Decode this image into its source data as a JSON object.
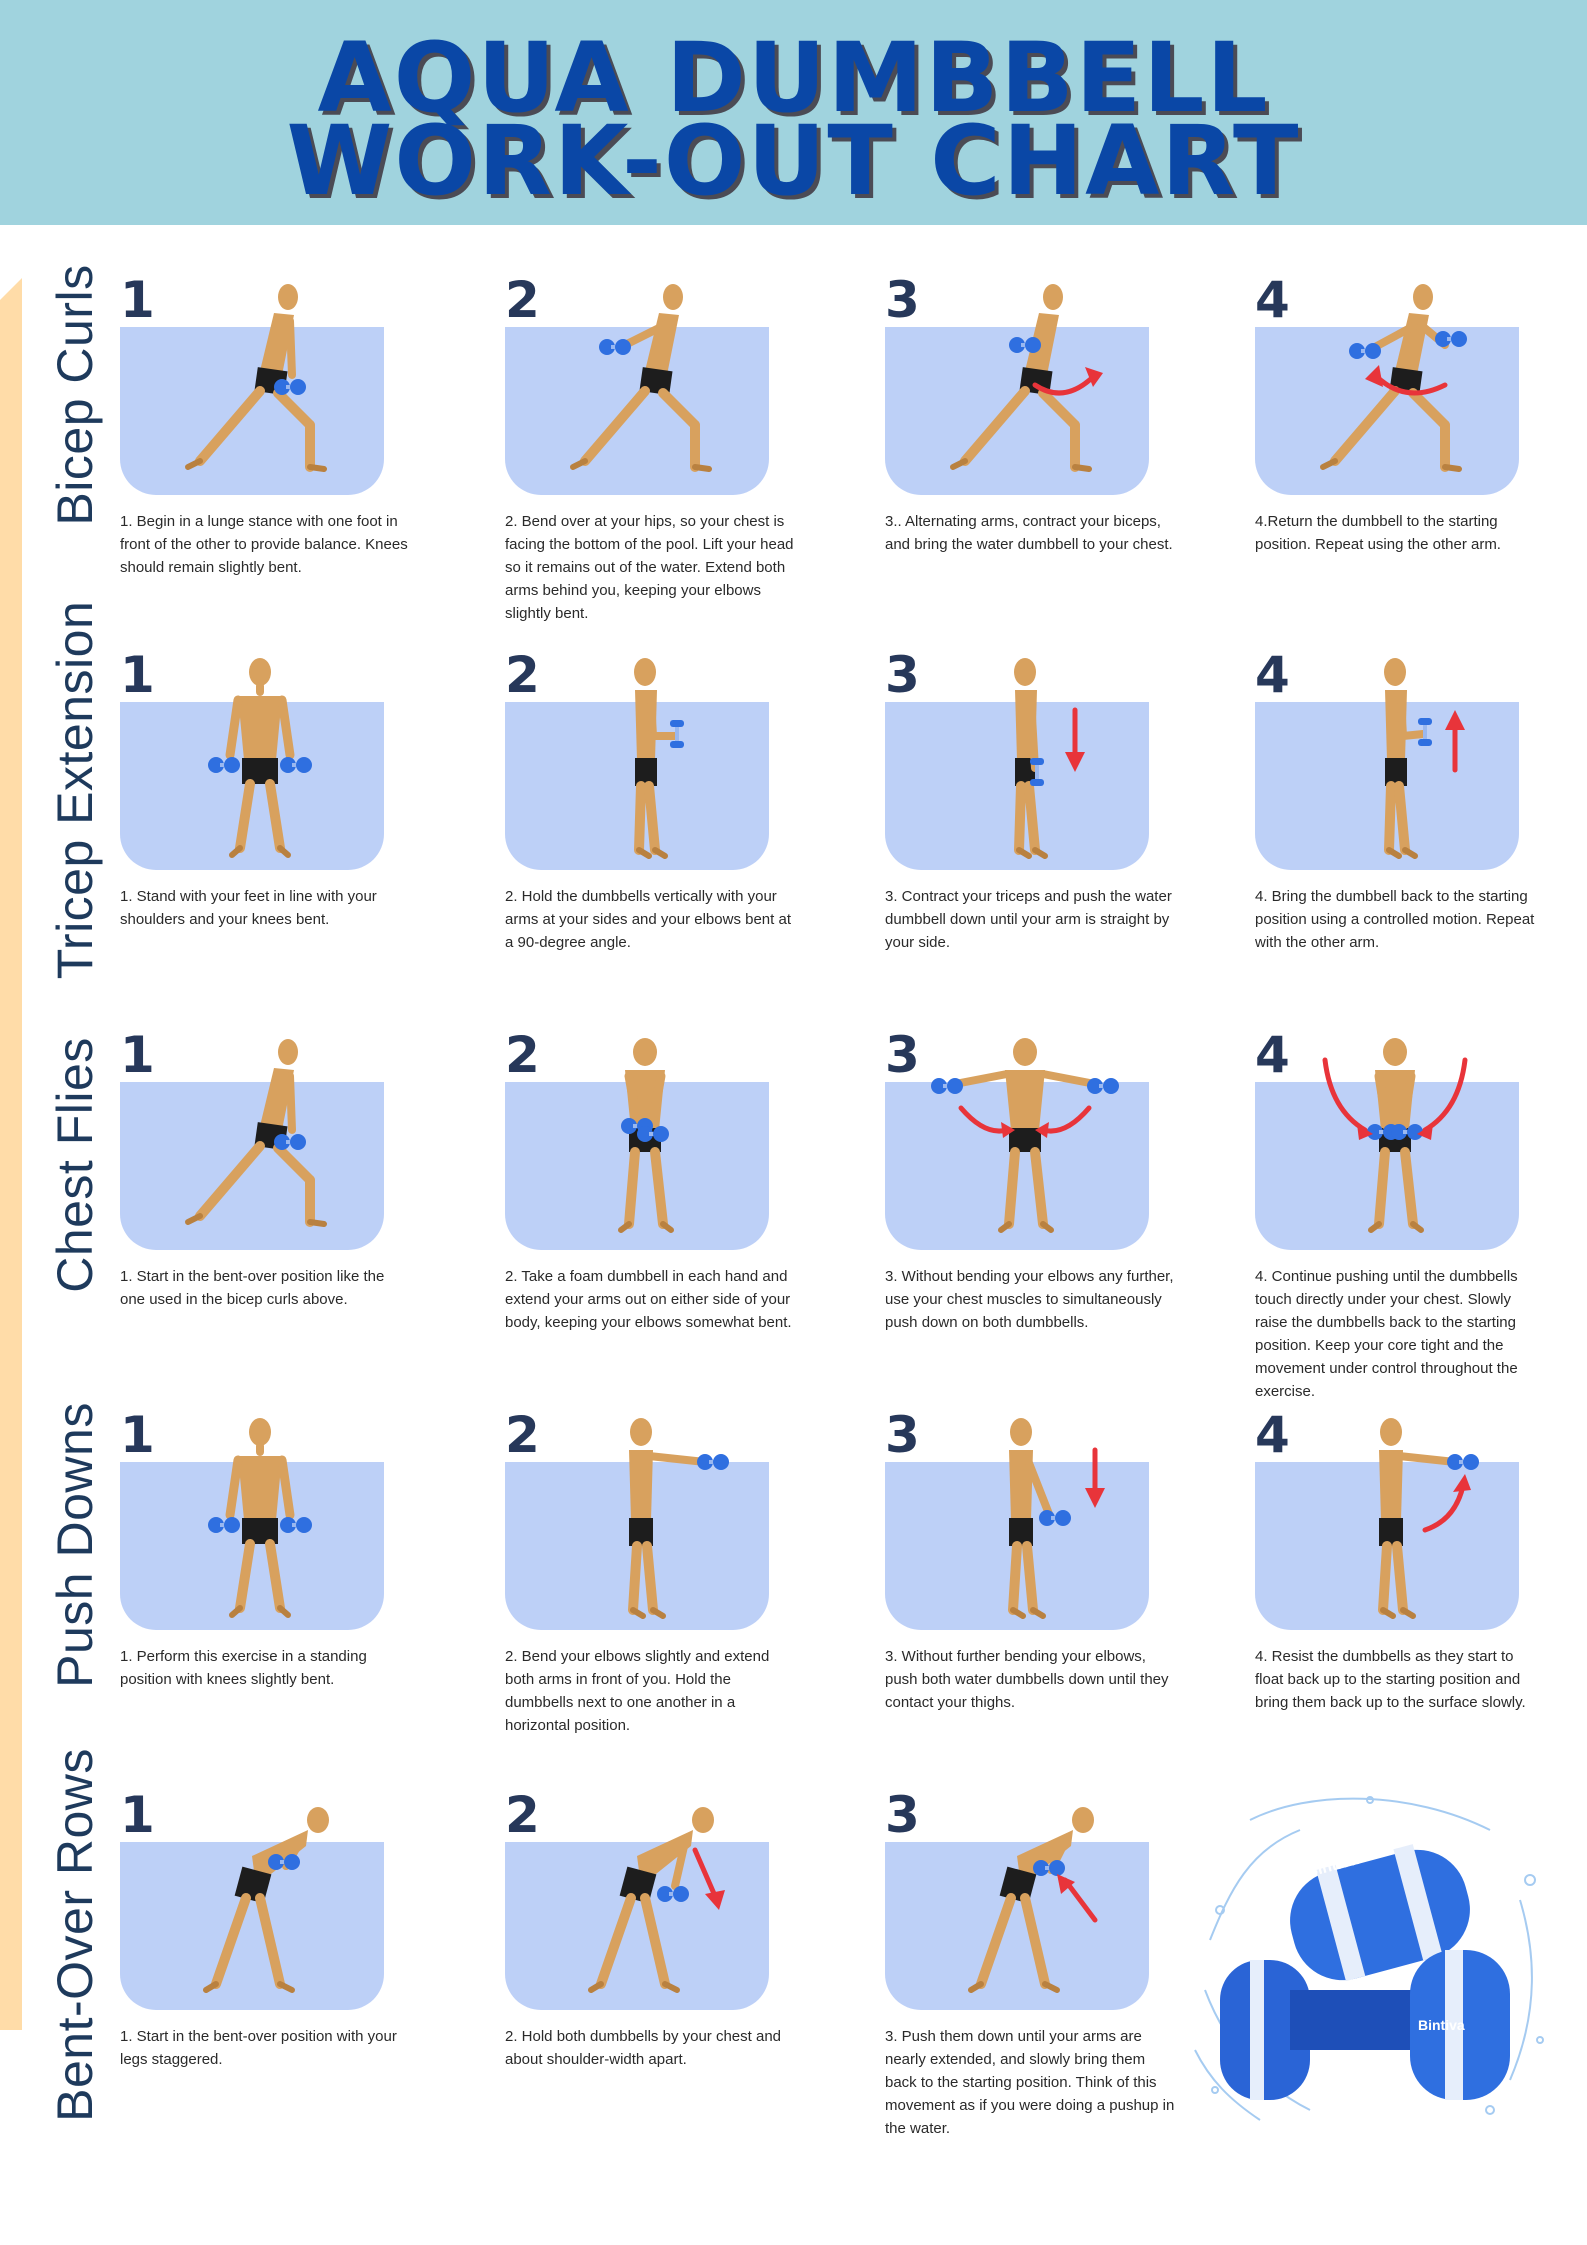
{
  "header": {
    "title_line1": "AQUA DUMBBELL",
    "title_line2": "WORK-OUT CHART"
  },
  "colors": {
    "header_bg": "#a0d3de",
    "title": "#0a47a6",
    "pool": "#bdd0f7",
    "arrow": "#e8343a",
    "dumbbell": "#2f6fe0",
    "side_bar": "#ffdca8"
  },
  "rows": [
    {
      "label": "Bicep Curls",
      "steps": [
        {
          "num": "1",
          "text": "1. Begin in a lunge stance with one foot in front of the other to provide balance. Knees should remain slightly bent."
        },
        {
          "num": "2",
          "text": "2. Bend over at your hips, so your chest is facing the bottom of the pool. Lift your head so it remains out of the water. Extend both arms behind you, keeping your elbows slightly bent."
        },
        {
          "num": "3",
          "text": "3.. Alternating arms, contract your biceps, and bring the water dumbbell to your chest."
        },
        {
          "num": "4",
          "text": "4.Return the dumbbell to the starting position. Repeat using the other arm."
        }
      ]
    },
    {
      "label": "Tricep Extension",
      "steps": [
        {
          "num": "1",
          "text": "1. Stand with your feet in line with your shoulders and your knees bent."
        },
        {
          "num": "2",
          "text": "2. Hold the dumbbells vertically with your arms at your sides and your elbows bent at a 90-degree angle."
        },
        {
          "num": "3",
          "text": "3. Contract your triceps and push the water dumbbell down until your arm is straight by your side."
        },
        {
          "num": "4",
          "text": "4. Bring the dumbbell back to the starting position using a controlled motion. Repeat with the other arm."
        }
      ]
    },
    {
      "label": "Chest Flies",
      "steps": [
        {
          "num": "1",
          "text": "1. Start in the bent-over position like the one used in the bicep curls above."
        },
        {
          "num": "2",
          "text": "2. Take a foam dumbbell in each hand and extend your arms out on either side of your body, keeping your elbows somewhat bent."
        },
        {
          "num": "3",
          "text": "3. Without bending your elbows any further, use your chest muscles to simultaneously push down on both dumbbells."
        },
        {
          "num": "4",
          "text": "4. Continue pushing until the dumbbells touch directly under your chest. Slowly raise the dumbbells back to the starting position. Keep your core tight and the movement under control throughout the exercise."
        }
      ]
    },
    {
      "label": "Push Downs",
      "steps": [
        {
          "num": "1",
          "text": "1. Perform this exercise in a standing position with knees slightly bent."
        },
        {
          "num": "2",
          "text": "2. Bend your elbows slightly and extend both arms in front of you. Hold the dumbbells next to one another in a horizontal position."
        },
        {
          "num": "3",
          "text": "3. Without further bending your elbows, push both water dumbbells down until they contact your thighs."
        },
        {
          "num": "4",
          "text": "4. Resist the dumbbells as they start to float back up to the starting position and bring them back up to the surface slowly."
        }
      ]
    },
    {
      "label": "Bent-Over Rows",
      "steps": [
        {
          "num": "1",
          "text": "1. Start in the bent-over position with your legs staggered."
        },
        {
          "num": "2",
          "text": "2. Hold both dumbbells by your chest and about shoulder-width apart."
        },
        {
          "num": "3",
          "text": " 3. Push them down until your arms are nearly extended, and slowly bring them back to the starting position. Think of this movement as if you were doing a pushup in the water."
        }
      ]
    }
  ],
  "product": {
    "brand1": "Bintiva",
    "brand2": "Bintiva"
  }
}
